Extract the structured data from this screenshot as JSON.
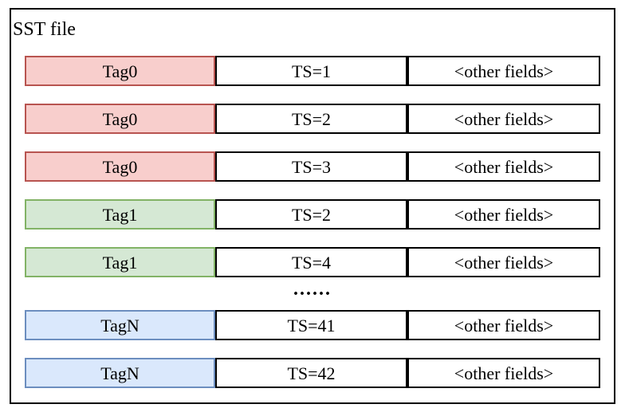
{
  "diagram": {
    "title": "SST file",
    "ellipsis": "......",
    "colors": {
      "red": {
        "fill": "#f8cecc",
        "stroke": "#b85450"
      },
      "green": {
        "fill": "#d5e8d4",
        "stroke": "#82b366"
      },
      "blue": {
        "fill": "#dae8fc",
        "stroke": "#6c8ebf"
      },
      "cell_stroke": "#000000",
      "outline": "#000000"
    },
    "rows": [
      {
        "tag": "Tag0",
        "ts": "TS=1",
        "other": "<other fields>",
        "color": "red"
      },
      {
        "tag": "Tag0",
        "ts": "TS=2",
        "other": "<other fields>",
        "color": "red"
      },
      {
        "tag": "Tag0",
        "ts": "TS=3",
        "other": "<other fields>",
        "color": "red"
      },
      {
        "tag": "Tag1",
        "ts": "TS=2",
        "other": "<other fields>",
        "color": "green"
      },
      {
        "tag": "Tag1",
        "ts": "TS=4",
        "other": "<other fields>",
        "color": "green"
      },
      {
        "tag": "TagN",
        "ts": "TS=41",
        "other": "<other fields>",
        "color": "blue"
      },
      {
        "tag": "TagN",
        "ts": "TS=42",
        "other": "<other fields>",
        "color": "blue"
      }
    ]
  }
}
